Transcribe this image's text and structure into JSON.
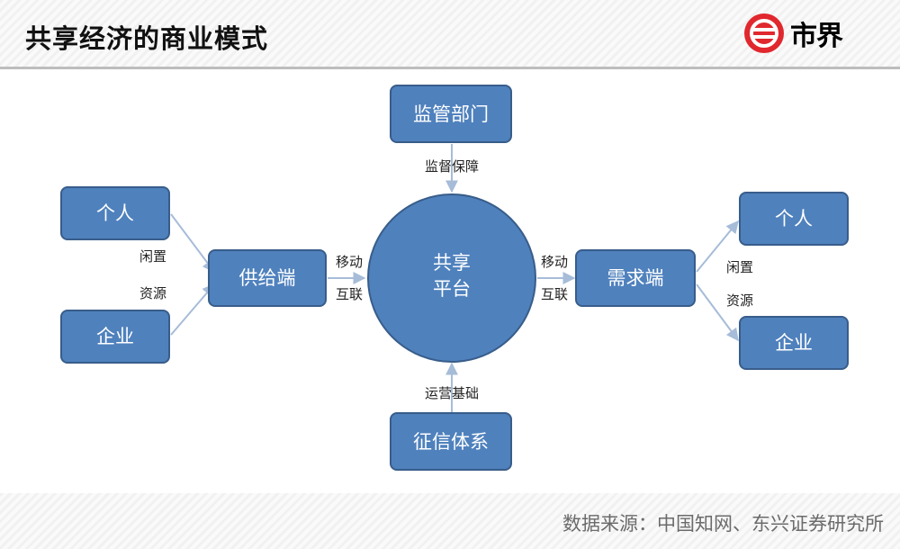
{
  "header": {
    "title": "共享经济的商业模式",
    "logo_text": "市界"
  },
  "diagram": {
    "center": {
      "line1": "共享",
      "line2": "平台"
    },
    "top_box": "监管部门",
    "top_edge_label": "监督保障",
    "bottom_box": "征信体系",
    "bottom_edge_label": "运营基础",
    "supply": {
      "box": "供给端",
      "person": "个人",
      "enterprise": "企业",
      "label_upper": "闲置",
      "label_lower": "资源",
      "link_upper": "移动",
      "link_lower": "互联"
    },
    "demand": {
      "box": "需求端",
      "person": "个人",
      "enterprise": "企业",
      "label_upper": "闲置",
      "label_lower": "资源",
      "link_upper": "移动",
      "link_lower": "互联"
    }
  },
  "footer": {
    "source": "数据来源：中国知网、东兴证券研究所"
  },
  "colors": {
    "box_fill": "#4f81bd",
    "box_stroke": "#385d8a",
    "arrow": "#a6bcd8",
    "logo_red": "#e0282e"
  }
}
